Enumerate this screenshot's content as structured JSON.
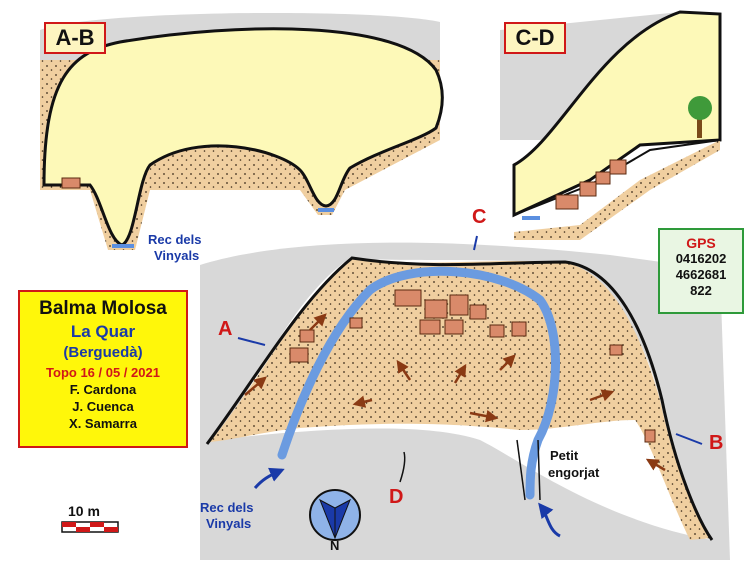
{
  "sections": {
    "ab_label": "A-B",
    "cd_label": "C-D",
    "rec_top": [
      "Rec dels",
      "Vinyals"
    ]
  },
  "info": {
    "name": "Balma Molosa",
    "place": "La Quar",
    "region": "(Berguedà)",
    "topo": "Topo 16 / 05 / 2021",
    "authors": [
      "F. Cardona",
      "J. Cuenca",
      "X. Samarra"
    ]
  },
  "gps": {
    "title": "GPS",
    "values": [
      "0416202",
      "4662681",
      "822"
    ]
  },
  "plan": {
    "points": {
      "a": "A",
      "b": "B",
      "c": "C",
      "d": "D"
    },
    "rec_bottom": [
      "Rec dels",
      "Vinyals"
    ],
    "gorge": [
      "Petit",
      "engorjat"
    ]
  },
  "scale": {
    "label": "10 m"
  },
  "compass": {
    "north": "N"
  },
  "colors": {
    "cave_fill": "#fdf9b8",
    "ground": "#f0cfa0",
    "water": "#6b9be0",
    "label_red": "#d01818",
    "label_blue": "#1a3aa8",
    "rock": "#d98a6a"
  }
}
